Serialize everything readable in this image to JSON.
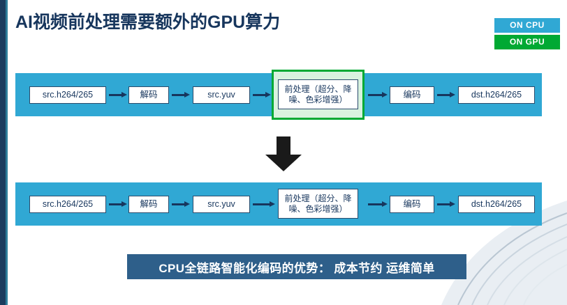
{
  "slide": {
    "title": "AI视频前处理需要额外的GPU算力",
    "colors": {
      "title": "#17365d",
      "band": "#30a8d4",
      "cpu_legend": "#30a8d4",
      "gpu_legend": "#00a933",
      "banner": "#2e5f8a",
      "accent_bar": "#1b3c5e"
    }
  },
  "legend": {
    "items": [
      {
        "label": "ON CPU",
        "color": "#30a8d4"
      },
      {
        "label": "ON GPU",
        "color": "#00a933"
      }
    ]
  },
  "pipeline_top": {
    "nodes": [
      {
        "label": "src.h264/265"
      },
      {
        "label": "解码"
      },
      {
        "label": "src.yuv"
      },
      {
        "label": "前处理（超分、降噪、色彩增强）"
      },
      {
        "label": "编码"
      },
      {
        "label": "dst.h264/265"
      }
    ],
    "highlight_index": 3
  },
  "pipeline_bottom": {
    "nodes": [
      {
        "label": "src.h264/265"
      },
      {
        "label": "解码"
      },
      {
        "label": "src.yuv"
      },
      {
        "label": "前处理（超分、降噪、色彩增强）"
      },
      {
        "label": "编码"
      },
      {
        "label": "dst.h264/265"
      }
    ]
  },
  "banner": {
    "text": "CPU全链路智能化编码的优势： 成本节约 运维简单"
  }
}
